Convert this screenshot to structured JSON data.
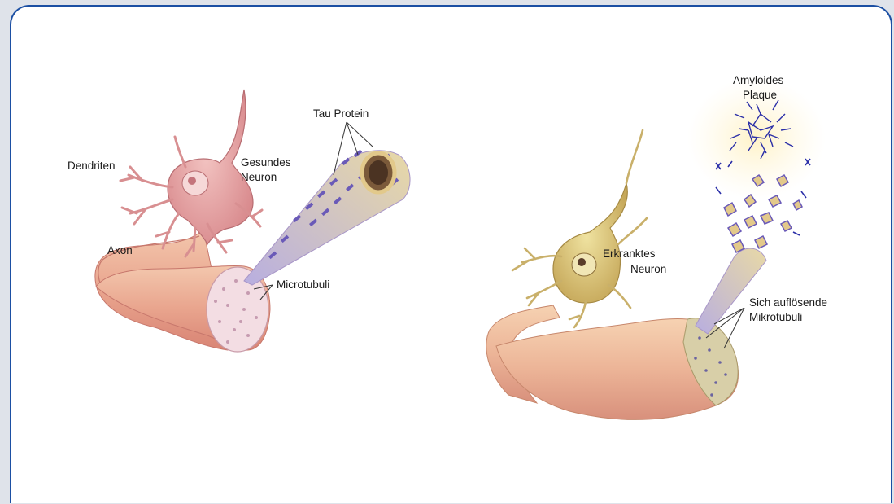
{
  "diagram": {
    "healthy": {
      "dendrites": "Dendriten",
      "neuron_line1": "Gesundes",
      "neuron_line2": "Neuron",
      "axon": "Axon",
      "tau": "Tau Protein",
      "microtubules": "Microtubuli"
    },
    "diseased": {
      "neuron_line1": "Erkranktes",
      "neuron_line2": "Neuron",
      "plaque_line1": "Amyloides",
      "plaque_line2": "Plaque",
      "dissolving_line1": "Sich auflösende",
      "dissolving_line2": "Mikrotubuli"
    }
  },
  "colors": {
    "frame_border": "#1b4fa3",
    "page_bg": "#dfe3ea",
    "healthy_neuron": "#e7a3a2",
    "diseased_neuron": "#d9c470",
    "tau": "#6a5ab8",
    "plaque": "#2b2fa8"
  }
}
